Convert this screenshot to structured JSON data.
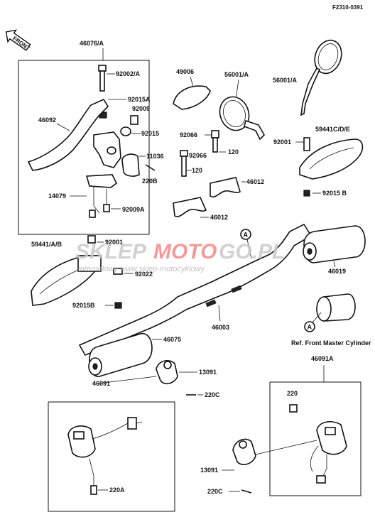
{
  "doc_code": "F2310-0391",
  "front_label": "FRONT",
  "watermark": {
    "brand_left": "SKLEP",
    "brand_mid": "MOTO",
    "brand_right": "GO.PL",
    "url": "internetowy www.sklep-motocyklowy"
  },
  "ref_note": "Ref. Front Master Cylinder",
  "ref_marker": "A",
  "parts": {
    "p46076": "46076/A",
    "p92002": "92002/A",
    "p92015A": "92015A",
    "p46092": "46092",
    "p92009": "92009",
    "p92015": "92015",
    "p11036": "11036",
    "p220B": "220B",
    "p14079": "14079",
    "p92009A": "92009A",
    "p92001a": "92001",
    "p49006": "49006",
    "p56001": "56001/A",
    "p56001b": "56001/A",
    "p92066a": "92066",
    "p92066b": "92066",
    "p120a": "120",
    "p120b": "120",
    "p46012a": "46012",
    "p46012b": "46012",
    "p92001b": "92001",
    "p59441CDE": "59441C/D/E",
    "p92015B": "92015 B",
    "p59441AB": "59441/A/B",
    "p92022": "92022",
    "p92015B2": "92015B",
    "p46019": "46019",
    "p46003": "46003",
    "p46075": "46075",
    "p13091a": "13091",
    "p220C": "220C",
    "p46091": "46091",
    "p220A": "220A",
    "p46091A": "46091A",
    "p220": "220",
    "p13091b": "13091",
    "p220C2": "220C"
  }
}
